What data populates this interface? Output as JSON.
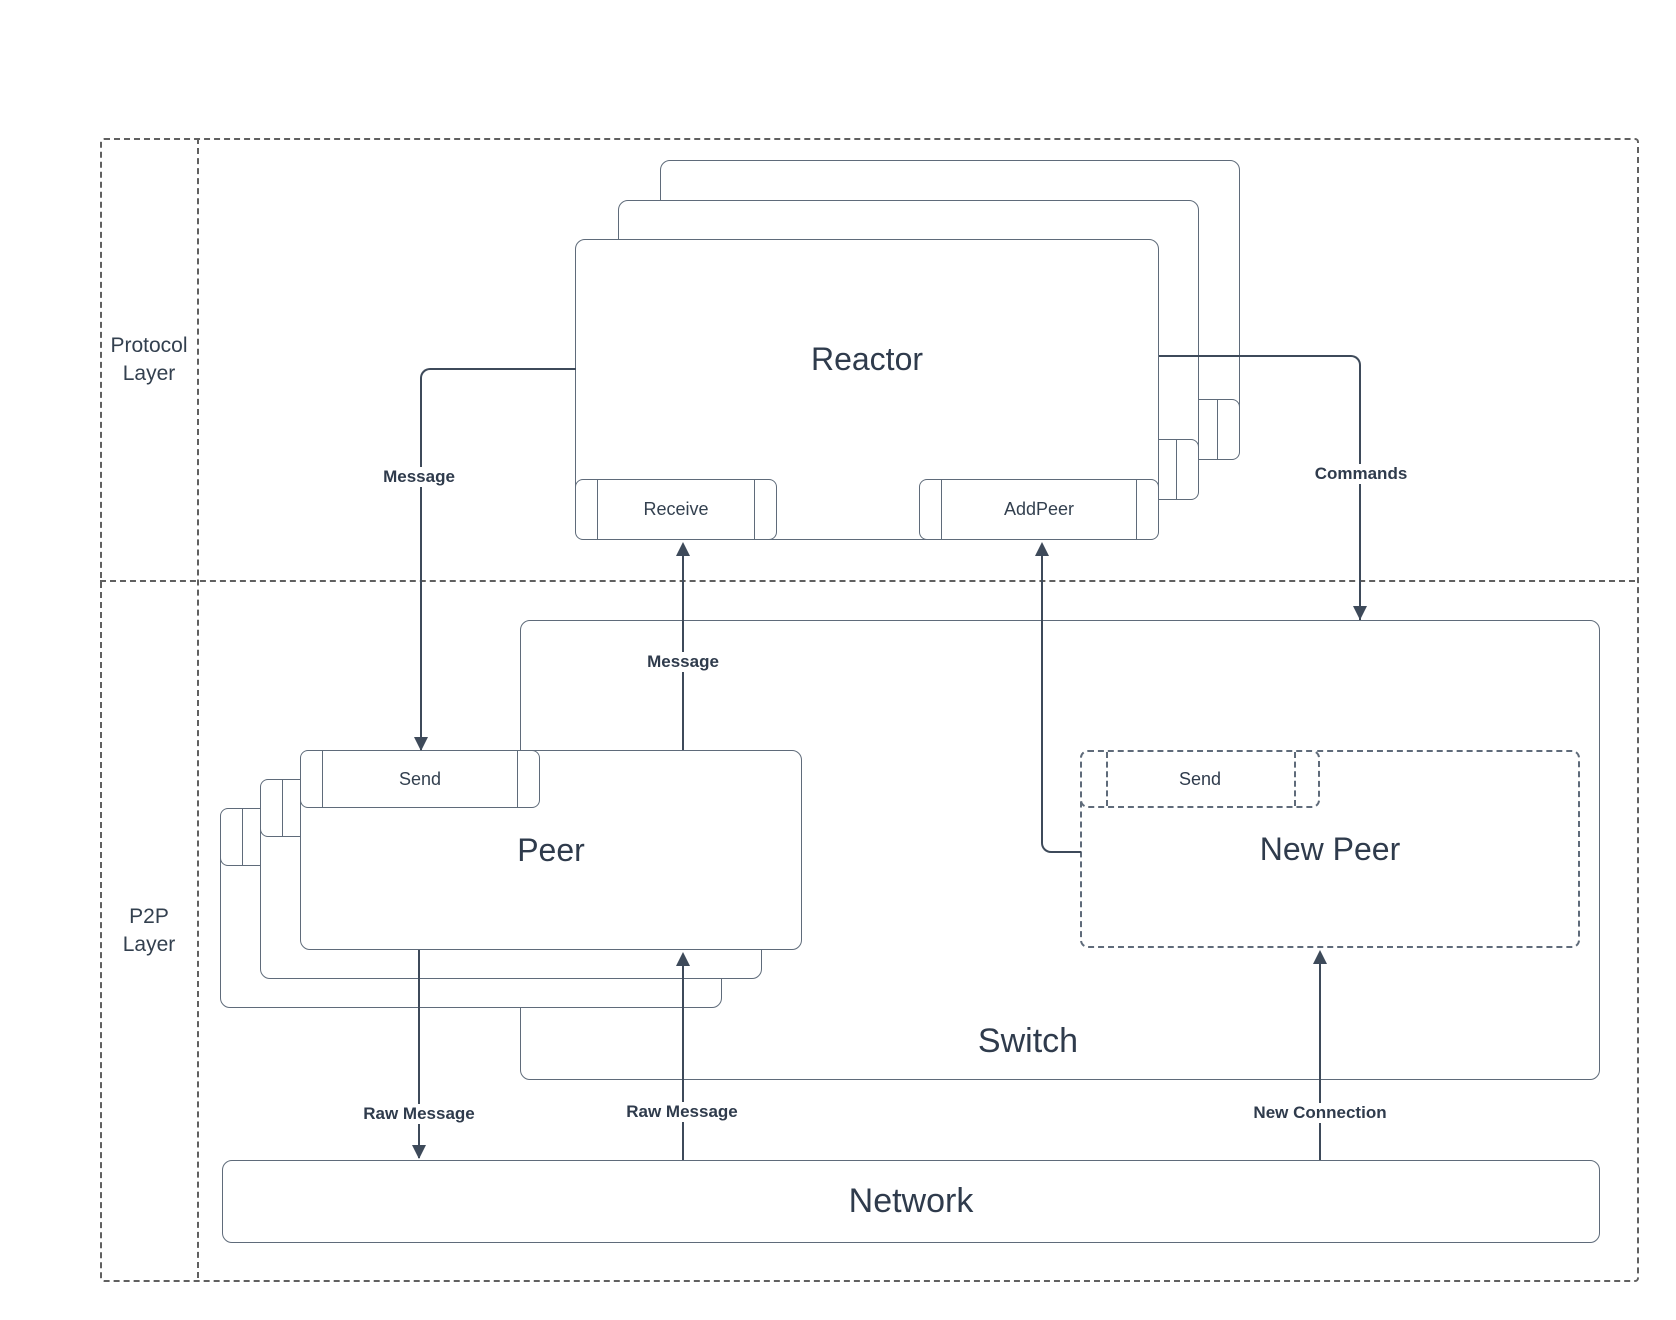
{
  "layers": {
    "protocol": {
      "line1": "Protocol",
      "line2": "Layer"
    },
    "p2p": {
      "line1": "P2P",
      "line2": "Layer"
    }
  },
  "nodes": {
    "reactor": "Reactor",
    "receive": "Receive",
    "add_peer": "AddPeer",
    "peer": "Peer",
    "peer_send": "Send",
    "new_peer": "New Peer",
    "new_peer_send": "Send",
    "switch": "Switch",
    "network": "Network"
  },
  "edges": {
    "message_to_send": "Message",
    "message_to_receive": "Message",
    "commands": "Commands",
    "raw_message_out": "Raw Message",
    "raw_message_in": "Raw Message",
    "new_connection": "New Connection"
  },
  "colors": {
    "box_border": "#5f6b7a",
    "arrow": "#3e4a5a",
    "dashed_frame": "#606060",
    "text": "#2f3b4c",
    "background": "#ffffff"
  }
}
